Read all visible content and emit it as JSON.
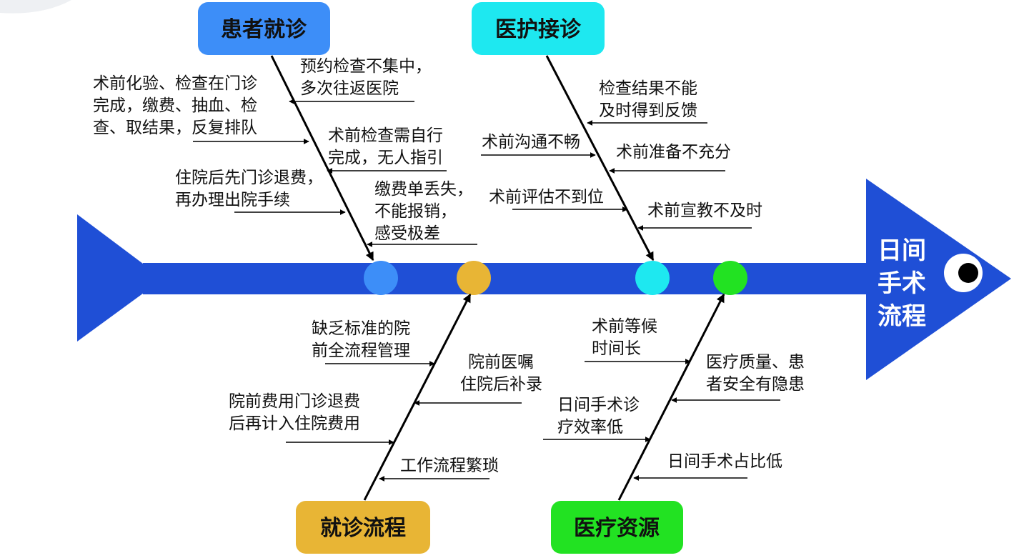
{
  "diagram": {
    "head_lines": [
      "日间",
      "手术",
      "流程"
    ],
    "colors": {
      "spine": "#1f4fd6",
      "patient": "#3d8ef8",
      "process": "#e8b535",
      "nursing": "#1ee8f0",
      "resources": "#22e222"
    },
    "categories": {
      "patient": "患者就诊",
      "nursing": "医护接诊",
      "process": "就诊流程",
      "resources": "医疗资源"
    },
    "causes": {
      "p1": [
        "预约检查不集中，",
        "多次往返医院"
      ],
      "p2": [
        "术前化验、检查在门诊",
        "完成，缴费、抽血、检",
        "查、取结果，反复排队"
      ],
      "p3": [
        "术前检查需自行",
        "完成，无人指引"
      ],
      "p4": [
        "住院后先门诊退费，",
        "再办理出院手续"
      ],
      "p5": [
        "缴费单丢失，",
        "不能报销，",
        "感受极差"
      ],
      "n1": [
        "检查结果不能",
        "及时得到反馈"
      ],
      "n2": [
        "术前沟通不畅"
      ],
      "n3": [
        "术前准备不充分"
      ],
      "n4": [
        "术前评估不到位"
      ],
      "n5": [
        "术前宣教不及时"
      ],
      "q1": [
        "缺乏标准的院",
        "前全流程管理"
      ],
      "q2": [
        "院前医嘱",
        "住院后补录"
      ],
      "q3": [
        "院前费用门诊退费",
        "后再计入住院费用"
      ],
      "q4": [
        "工作流程繁琐"
      ],
      "r1": [
        "术前等候",
        "时间长"
      ],
      "r2": [
        "医疗质量、患",
        "者安全有隐患"
      ],
      "r3": [
        "日间手术诊",
        "疗效率低"
      ],
      "r4": [
        "日间手术占比低"
      ]
    }
  }
}
